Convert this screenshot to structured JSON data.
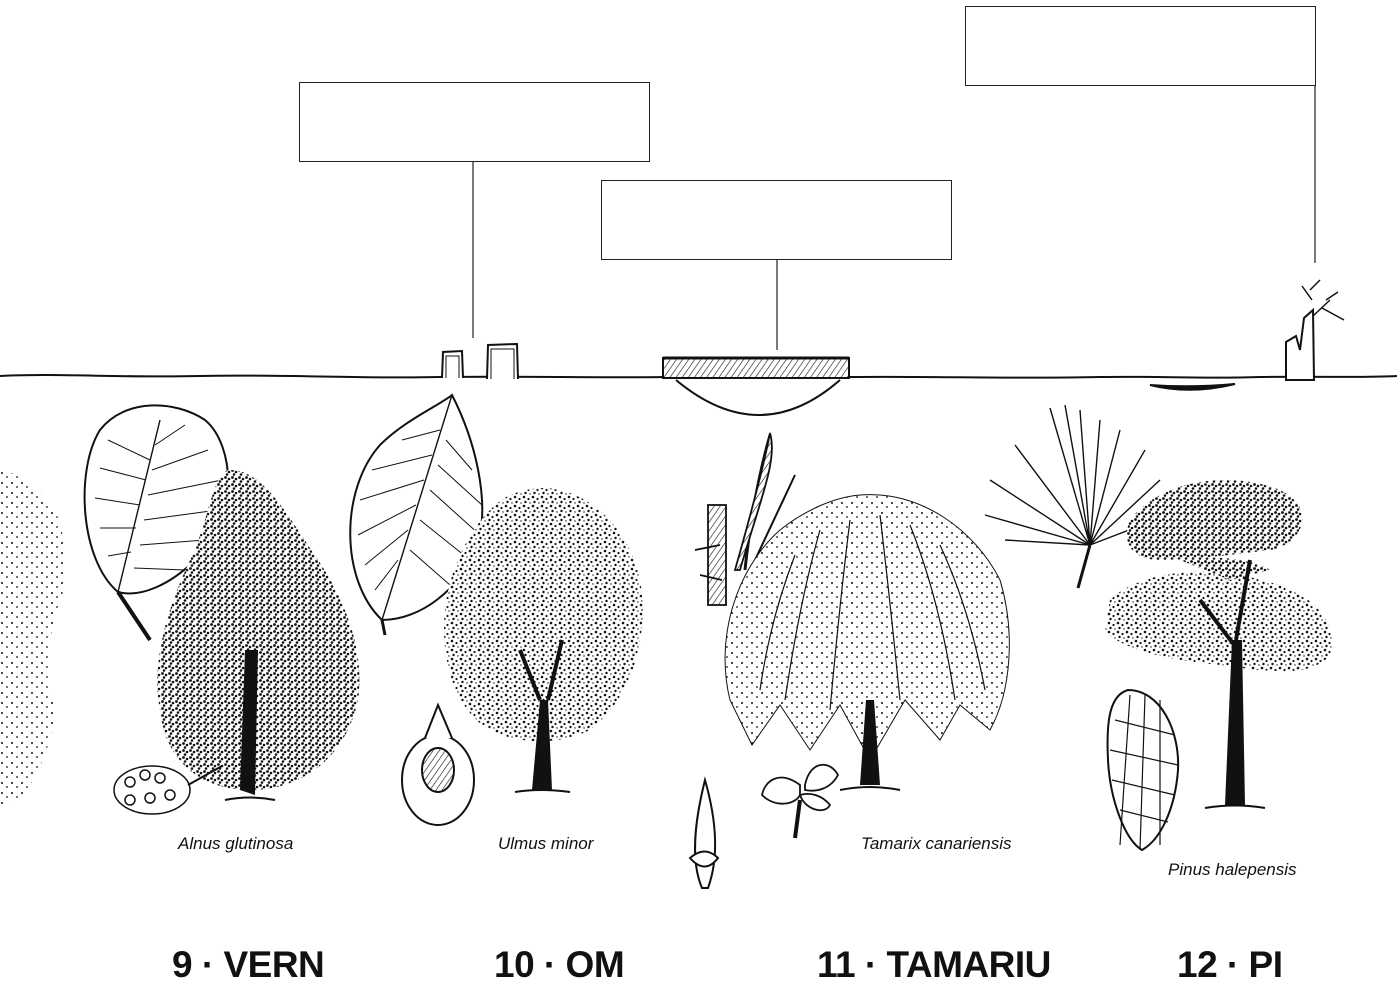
{
  "callouts": [
    {
      "id": "callout-om-stones",
      "text": ""
    },
    {
      "id": "callout-tamariu-bridge",
      "text": ""
    },
    {
      "id": "callout-pi-dead-tree",
      "text": ""
    }
  ],
  "trees": [
    {
      "number": "9",
      "name": "9 · VERN",
      "species": "Alnus glutinosa",
      "icon": "alder-tree-icon"
    },
    {
      "number": "10",
      "name": "10 · OM",
      "species": "Ulmus minor",
      "icon": "elm-tree-icon"
    },
    {
      "number": "11",
      "name": "11 · TAMARIU",
      "species": "Tamarix canariensis",
      "icon": "tamarisk-tree-icon"
    },
    {
      "number": "12",
      "name": "12 · PI",
      "species": "Pinus halepensis",
      "icon": "pine-tree-icon"
    }
  ],
  "colors": {
    "ink": "#111111",
    "paper": "#ffffff"
  }
}
